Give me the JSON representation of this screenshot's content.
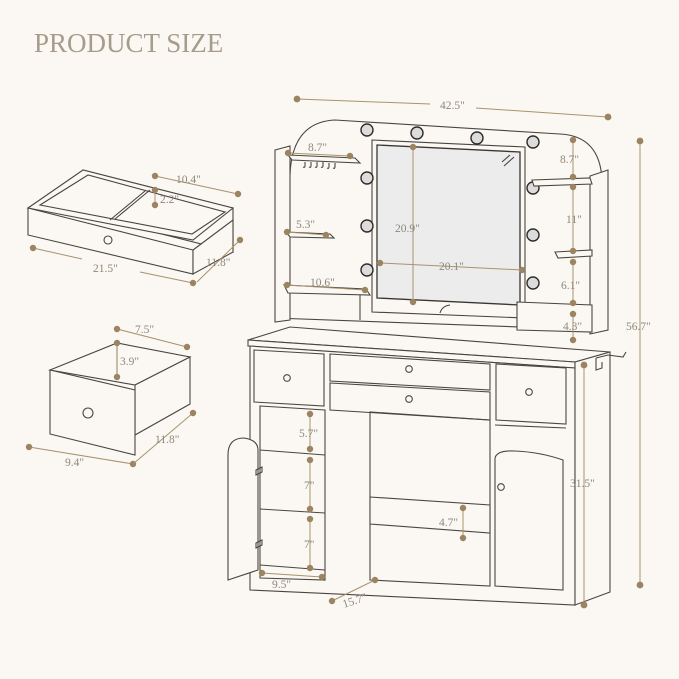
{
  "title": "PRODUCT SIZE",
  "colors": {
    "background": "#fbf8f3",
    "title": "#a59c8c",
    "dimension_line": "#a7936e",
    "dimension_dot": "#9c8462",
    "label": "#8e877a",
    "outline": "#4a4540",
    "mirror": "#ececec"
  },
  "dimensions": {
    "overall_width": "42.5\"",
    "overall_height": "56.7\"",
    "desk_height": "31.5\"",
    "left_shelf_top": "8.7\"",
    "left_shelf_middle": "5.3\"",
    "left_shelf_bottom": "10.6\"",
    "mirror_height": "20.9\"",
    "mirror_width": "20.1\"",
    "right_gap_top": "8.7\"",
    "right_gap_middle": "11\"",
    "right_gap_lower": "6.1\"",
    "right_cubby": "4.3\"",
    "cabinet_gap_top": "5.7\"",
    "cabinet_gap_middle": "7\"",
    "cabinet_gap_bottom": "7\"",
    "cabinet_width": "9.5\"",
    "cabinet_depth": "15.7\"",
    "footrest_height": "4.7\""
  },
  "large_drawer": {
    "inner_width": "10.4\"",
    "inner_height": "2.2\"",
    "width": "21.5\"",
    "depth": "11.8\""
  },
  "small_drawer": {
    "inner_width": "7.5\"",
    "inner_height": "3.9\"",
    "width": "9.4\"",
    "depth": "11.8\""
  }
}
